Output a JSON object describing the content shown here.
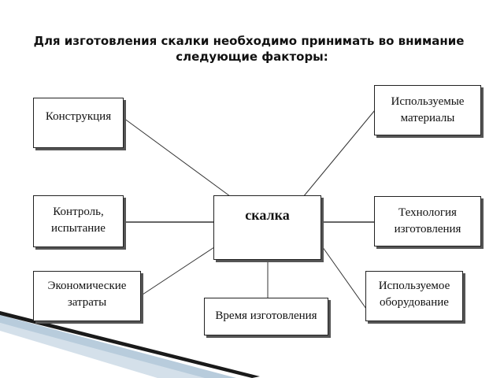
{
  "title": {
    "line1": "Для изготовления скалки необходимо принимать во внимание",
    "line2": "следующие факторы:"
  },
  "diagram": {
    "center": "скалка",
    "factors": {
      "construction": [
        "Конструкция"
      ],
      "control": [
        "Контроль,",
        "испытание"
      ],
      "economic": [
        "Экономические",
        "затраты"
      ],
      "time": [
        "Время изготовления"
      ],
      "materials": [
        "Используемые",
        "материалы"
      ],
      "technology": [
        "Технология",
        "изготовления"
      ],
      "equipment": [
        "Используемое",
        "оборудование"
      ]
    }
  },
  "colors": {
    "line": "#333333",
    "box_border": "#222222",
    "box_shadow": "#555555",
    "stripe_dark": "#1a1a1a",
    "stripe_light": "#9ab6cc"
  }
}
